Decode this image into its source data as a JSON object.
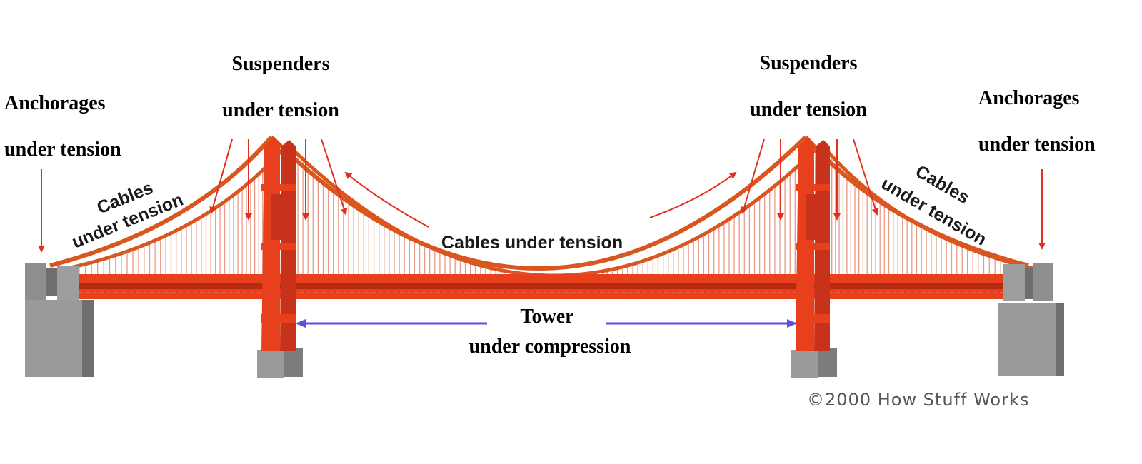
{
  "labels": {
    "suspenders_left_line1": "Suspenders",
    "suspenders_left_line2": "under tension",
    "suspenders_right_line1": "Suspenders",
    "suspenders_right_line2": "under tension",
    "anchorages_left_line1": "Anchorages",
    "anchorages_left_line2": "under tension",
    "anchorages_right_line1": "Anchorages",
    "anchorages_right_line2": "under tension",
    "tower_line1": "Tower",
    "tower_line2": "under compression"
  },
  "cable_labels": {
    "left_line1": "Cables",
    "left_line2": "under tension",
    "center": "Cables under tension",
    "right_line1": "Cables",
    "right_line2": "under tension"
  },
  "credit": "©2000 How Stuff Works",
  "colors": {
    "bridge": "#e8401c",
    "bridge_dark": "#b52a10",
    "cable": "#d9561f",
    "suspender": "#e89a86",
    "arrow_tension": "#e03020",
    "arrow_compression": "#5a4fe0",
    "anchorage": "#9a9a9a",
    "anchorage_dark": "#6e6e6e"
  }
}
